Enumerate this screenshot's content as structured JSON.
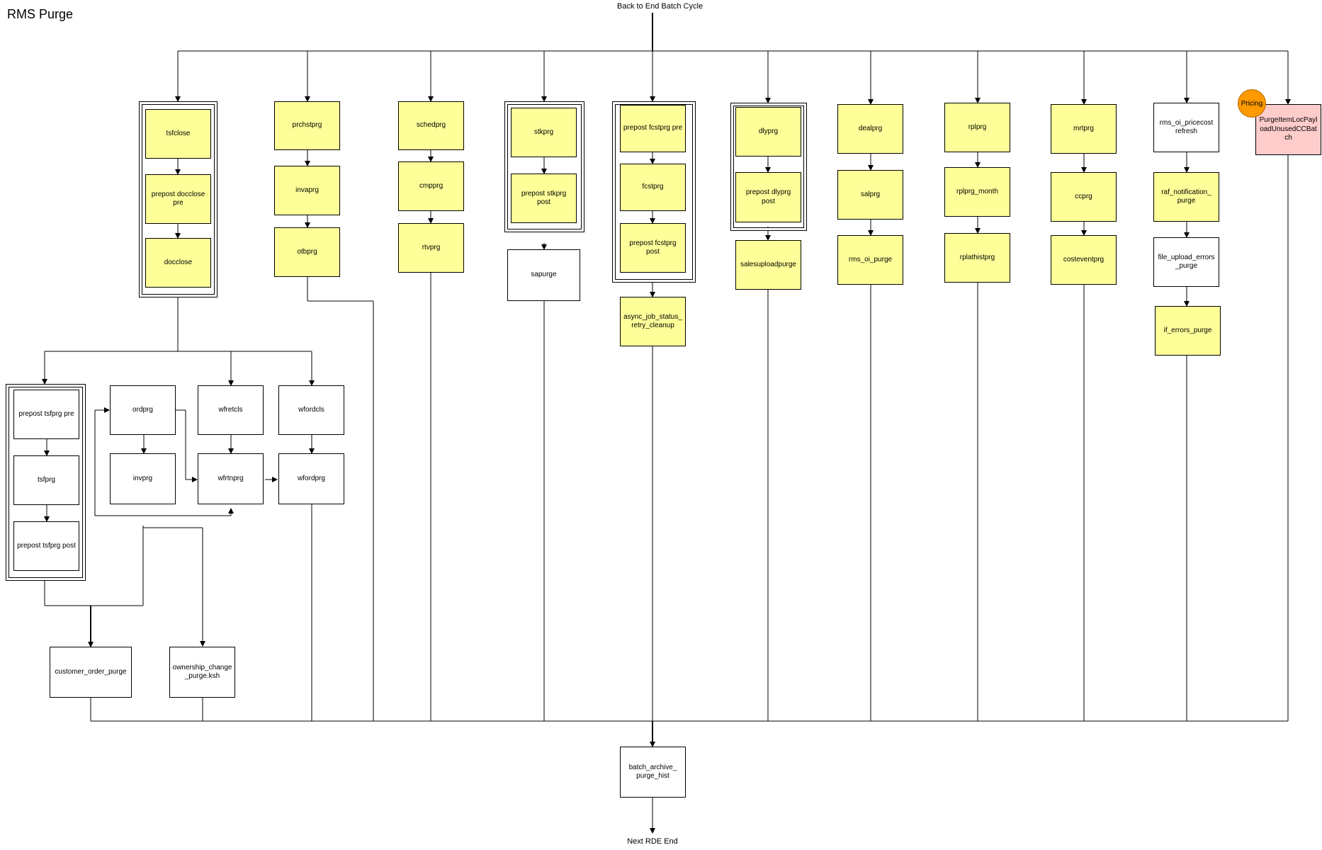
{
  "title": "RMS Purge",
  "top_label": "Back to End Batch Cycle",
  "bottom_label": "Next RDE End",
  "badge_label": "Pricing",
  "colors": {
    "yellow": "#ffff99",
    "white": "#ffffff",
    "pink": "#ffcccc",
    "badge": "#ff9900"
  },
  "nodes": {
    "tsfclose": "tsfclose",
    "prepost_docclose_pre": "prepost docclose\npre",
    "docclose": "docclose",
    "prchstprg": "prchstprg",
    "invaprg": "invaprg",
    "otbprg": "otbprg",
    "schedprg": "schedprg",
    "cmpprg": "cmpprg",
    "rtvprg": "rtvprg",
    "stkprg": "stkprg",
    "prepost_stkprg_post": "prepost stkprg\npost",
    "sapurge": "sapurge",
    "prepost_fcstprg_pre": "prepost fcstprg pre",
    "fcstprg": "fcstprg",
    "prepost_fcstprg_post": "prepost fcstprg\npost",
    "async_job_status": "async_job_status_\nretry_cleanup",
    "dlyprg": "dlyprg",
    "prepost_dlyprg_post": "prepost dlyprg\npost",
    "salesuploadpurge": "salesuploadpurge",
    "dealprg": "dealprg",
    "salprg": "salprg",
    "rms_oi_purge": "rms_oi_purge",
    "rplprg": "rplprg",
    "rplprg_month": "rplprg_month",
    "rplathistprg": "rplathistprg",
    "mrtprg": "mrtprg",
    "ccprg": "ccprg",
    "costeventprg": "costeventprg",
    "rms_oi_pricecost_refresh": "rms_oi_pricecost\nrefresh",
    "raf_notification_purge": "raf_notification_\npurge",
    "file_upload_errors_purge": "file_upload_errors\n_purge",
    "if_errors_purge": "if_errors_purge",
    "purge_item_loc": "PurgeItemLocPayl\noadUnusedCCBat\nch",
    "prepost_tsfprg_pre": "prepost tsfprg pre",
    "tsfprg": "tsfprg",
    "prepost_tsfprg_post": "prepost tsfprg post",
    "ordprg": "ordprg",
    "invprg": "invprg",
    "wfretcls": "wfretcls",
    "wfrtnprg": "wfrtnprg",
    "wfordcls": "wfordcls",
    "wfordprg": "wfordprg",
    "customer_order_purge": "customer_order_purge",
    "ownership_change_purge": "ownership_change\n_purge.ksh",
    "batch_archive_purge_hist": "batch_archive_\npurge_hist"
  }
}
